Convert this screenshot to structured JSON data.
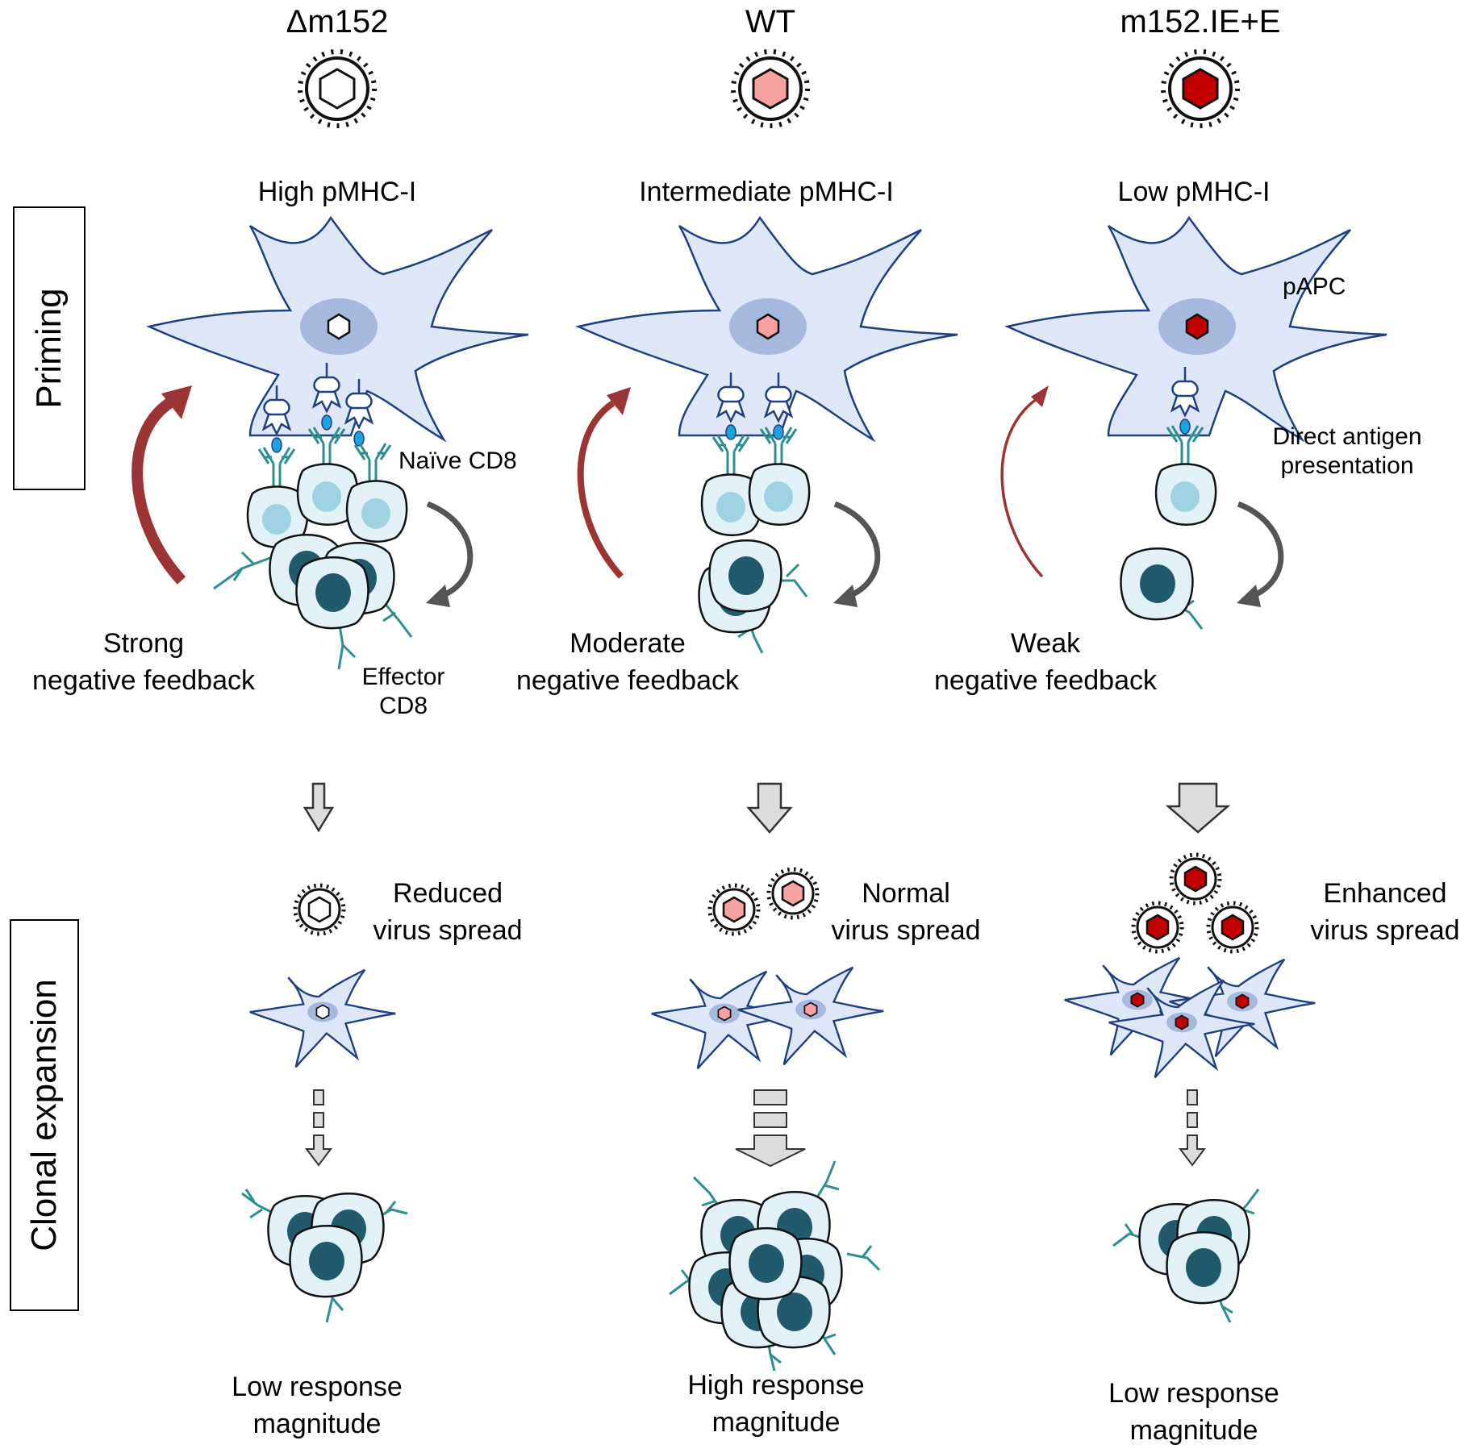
{
  "stages": {
    "priming": "Priming",
    "clonal_expansion": "Clonal expansion"
  },
  "columns": [
    {
      "strain": "Δm152",
      "pmhc": "High pMHC-I",
      "feedback": [
        "Strong",
        "negative feedback"
      ],
      "spread": [
        "Reduced",
        "virus spread"
      ],
      "response": [
        "Low response",
        "magnitude"
      ]
    },
    {
      "strain": "WT",
      "pmhc": "Intermediate pMHC-I",
      "feedback": [
        "Moderate",
        "negative feedback"
      ],
      "spread": [
        "Normal",
        "virus spread"
      ],
      "response": [
        "High response",
        "magnitude"
      ]
    },
    {
      "strain": "m152.IE+E",
      "pmhc": "Low pMHC-I",
      "feedback": [
        "Weak",
        "negative feedback"
      ],
      "spread": [
        "Enhanced",
        "virus spread"
      ],
      "response": [
        "Low response",
        "magnitude"
      ]
    }
  ],
  "annotations": {
    "naive_cd8": "Naïve CD8",
    "effector_cd8": [
      "Effector",
      "CD8"
    ],
    "papc": "pAPC",
    "direct_presentation": [
      "Direct antigen",
      "presentation"
    ]
  },
  "colors": {
    "virus_fill_dm152": "#ffffff",
    "virus_fill_wt": "#f7a1a1",
    "virus_fill_ie": "#c20000",
    "cell_fill": "#dfe6f8",
    "cell_stroke": "#1f3f80",
    "nucleus": "#a6b8dc",
    "naive_fill": "#e2f1f5",
    "naive_nucleus": "#9fd3e2",
    "effector_nucleus": "#215a6b",
    "tcr": "#2d8f8f",
    "feedback_arrow": "#9b3535",
    "cycle_arrow": "#555555",
    "block_arrow_fill": "#dcdcdc"
  }
}
